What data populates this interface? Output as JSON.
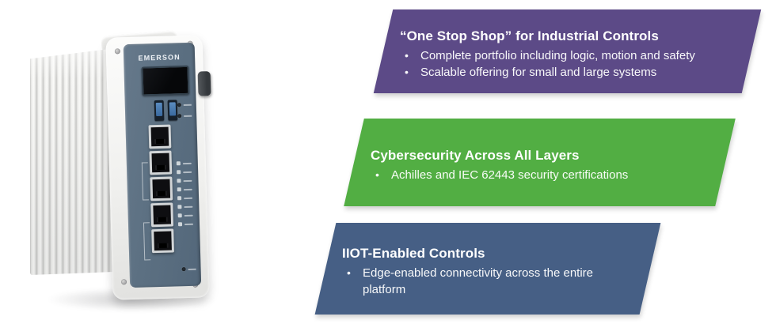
{
  "page": {
    "background": "#ffffff"
  },
  "ui": {
    "bullet": "•"
  },
  "device": {
    "brand": "EMERSON",
    "usb_port_count": 2,
    "ethernet_port_count": 5
  },
  "banners": [
    {
      "id": "one-stop-shop",
      "color": "#5c4a87",
      "title": "“One Stop Shop” for Industrial Controls",
      "bullets": [
        "Complete portfolio including logic, motion and safety",
        "Scalable offering for small and large systems"
      ]
    },
    {
      "id": "cybersecurity",
      "color": "#52ae43",
      "title": "Cybersecurity Across All Layers",
      "bullets": [
        "Achilles and IEC 62443 security certifications"
      ]
    },
    {
      "id": "iiot",
      "color": "#465f85",
      "title": "IIOT-Enabled Controls",
      "bullets": [
        "Edge-enabled connectivity across the entire platform"
      ]
    }
  ]
}
